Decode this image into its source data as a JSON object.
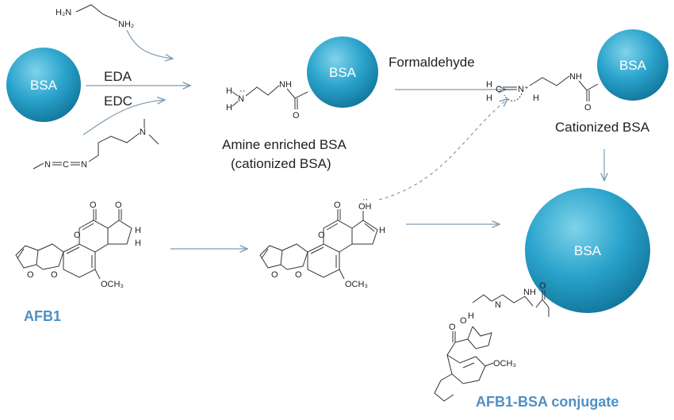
{
  "colors": {
    "sphere_light": "#7fd3ea",
    "sphere_mid": "#2aa3cc",
    "sphere_dark": "#13789d",
    "arrow": "#7d9cb3",
    "bond": "#333333",
    "afb_label": "#4f8fc3"
  },
  "spheres": {
    "s1": "BSA",
    "s2": "BSA",
    "s3": "BSA",
    "s4": "BSA"
  },
  "labels": {
    "eda": "EDA",
    "edc": "EDC",
    "formaldehyde": "Formaldehyde",
    "amine_line1": "Amine enriched BSA",
    "amine_line2": "(cationized BSA)",
    "cationized": "Cationized BSA",
    "afb1": "AFB1",
    "conjugate": "AFB1-BSA conjugate"
  },
  "chem": {
    "eda_h2n": "H₂N",
    "eda_nh2": "NH₂",
    "edc_n1": "N",
    "edc_c": "C",
    "edc_n2": "N",
    "edc_n3": "N",
    "am_h1": "H",
    "am_n": "N",
    "am_h2": "H",
    "am_nh": "NH",
    "am_o": "O",
    "cat_h1": "H",
    "cat_c": "C",
    "cat_h2": "H",
    "cat_n": "N⁺",
    "cat_h3": "H",
    "cat_nh": "NH",
    "cat_o": "O",
    "afb_o1": "O",
    "afb_o2": "O",
    "afb_o3": "O",
    "afb_o4": "O",
    "afb_o5": "O",
    "afb_h1": "H",
    "afb_h2": "H",
    "afb_och3": "OCH₃",
    "en_o1": "O",
    "en_oh": "OH",
    "en_o3": "O",
    "en_o4": "O",
    "en_o5": "O",
    "en_h": "H",
    "en_och3": "OCH₃",
    "cj_h": "H",
    "cj_o": "O",
    "cj_n": "N",
    "cj_nh": "NH",
    "cj_o2": "O",
    "cj_o3": "O",
    "cj_och3": "OCH₃"
  }
}
